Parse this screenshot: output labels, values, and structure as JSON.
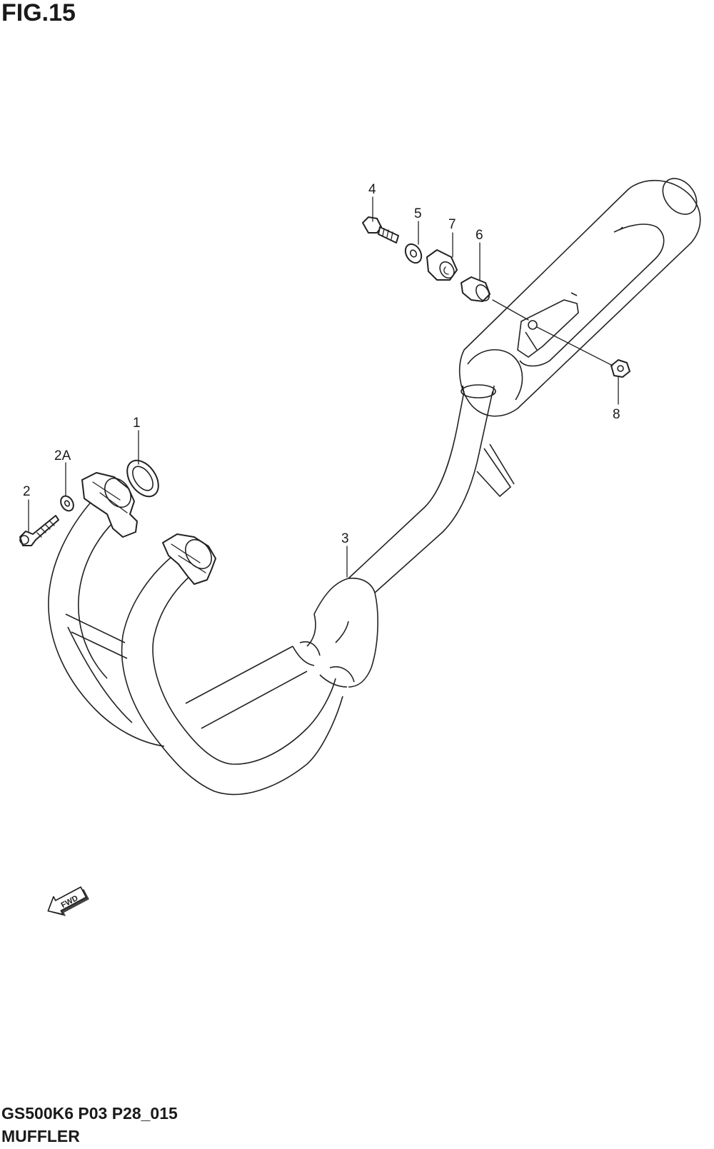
{
  "figure": {
    "title": "FIG.15"
  },
  "callouts": [
    {
      "id": "1",
      "label": "1"
    },
    {
      "id": "2A",
      "label": "2A"
    },
    {
      "id": "2",
      "label": "2"
    },
    {
      "id": "3",
      "label": "3"
    },
    {
      "id": "4",
      "label": "4"
    },
    {
      "id": "5",
      "label": "5"
    },
    {
      "id": "7",
      "label": "7"
    },
    {
      "id": "6",
      "label": "6"
    },
    {
      "id": "8",
      "label": "8"
    }
  ],
  "direction_badge": {
    "label": "FWD",
    "icon": "forward-arrow-icon"
  },
  "footer": {
    "code": "GS500K6 P03 P28_015",
    "name": "MUFFLER"
  }
}
